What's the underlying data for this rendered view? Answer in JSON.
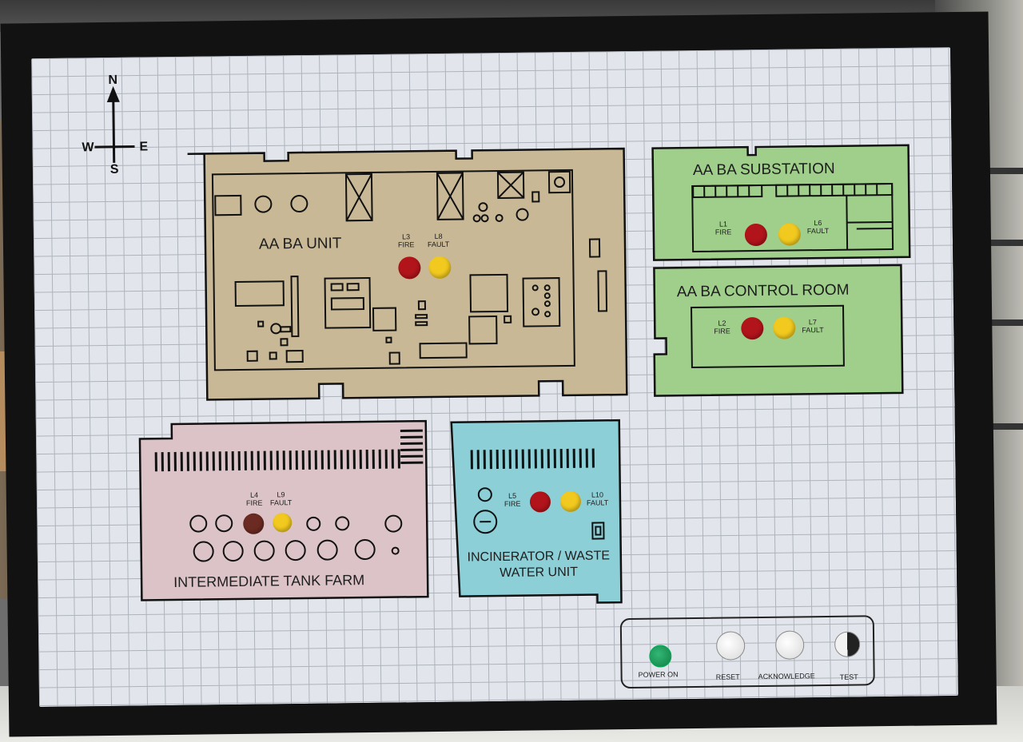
{
  "compass": {
    "north": "N",
    "south": "S",
    "east": "E",
    "west": "W"
  },
  "areas": {
    "unit": {
      "title": "AA BA UNIT",
      "fire_tag": "L3",
      "fault_tag": "L8",
      "fire": "FIRE",
      "fault": "FAULT"
    },
    "substation": {
      "title": "AA BA SUBSTATION",
      "fire_tag": "L1",
      "fault_tag": "L6",
      "fire": "FIRE",
      "fault": "FAULT"
    },
    "control_room": {
      "title": "AA BA CONTROL ROOM",
      "fire_tag": "L2",
      "fault_tag": "L7",
      "fire": "FIRE",
      "fault": "FAULT"
    },
    "tank_farm": {
      "title": "INTERMEDIATE TANK FARM",
      "fire_tag": "L4",
      "fault_tag": "L9",
      "fire": "FIRE",
      "fault": "FAULT"
    },
    "incinerator": {
      "title_line1": "INCINERATOR / WASTE",
      "title_line2": "WATER UNIT",
      "fire_tag": "L5",
      "fault_tag": "L10",
      "fire": "FIRE",
      "fault": "FAULT"
    }
  },
  "controls": {
    "power_on": "POWER ON",
    "reset": "RESET",
    "acknowledge": "ACKNOWLEDGE",
    "test": "TEST"
  },
  "colors": {
    "unit_fill": "#c8b896",
    "substation_fill": "#9fcf8a",
    "tank_farm_fill": "#dcc3c8",
    "incinerator_fill": "#8ccfd6",
    "fire_lamp": "#b2141b",
    "fault_lamp": "#f1c91f",
    "power_lamp": "#1a9a55"
  }
}
